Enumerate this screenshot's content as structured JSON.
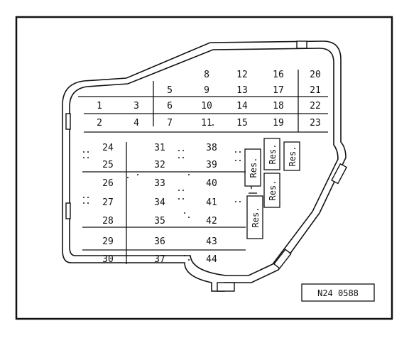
{
  "fuse_box": {
    "reference_code": "N24 0588",
    "top_grid": {
      "columns": [
        [
          "1",
          "2"
        ],
        [
          "3",
          "4"
        ],
        [
          "5",
          "6",
          "7"
        ],
        [
          "8",
          "9",
          "10",
          "11"
        ],
        [
          "12",
          "13",
          "14",
          "15"
        ],
        [
          "16",
          "17",
          "18",
          "19"
        ],
        [
          "20",
          "21",
          "22",
          "23"
        ]
      ]
    },
    "bottom_grid": {
      "columns": [
        [
          "24",
          "25",
          "26",
          "27",
          "28",
          "29",
          "30"
        ],
        [
          "31",
          "32",
          "33",
          "34",
          "35",
          "36",
          "37"
        ],
        [
          "38",
          "39",
          "40",
          "41",
          "42",
          "43",
          "44"
        ]
      ]
    },
    "reserve_slots": [
      "Res.",
      "Res.",
      "Res.",
      "Res.",
      "Res."
    ]
  }
}
